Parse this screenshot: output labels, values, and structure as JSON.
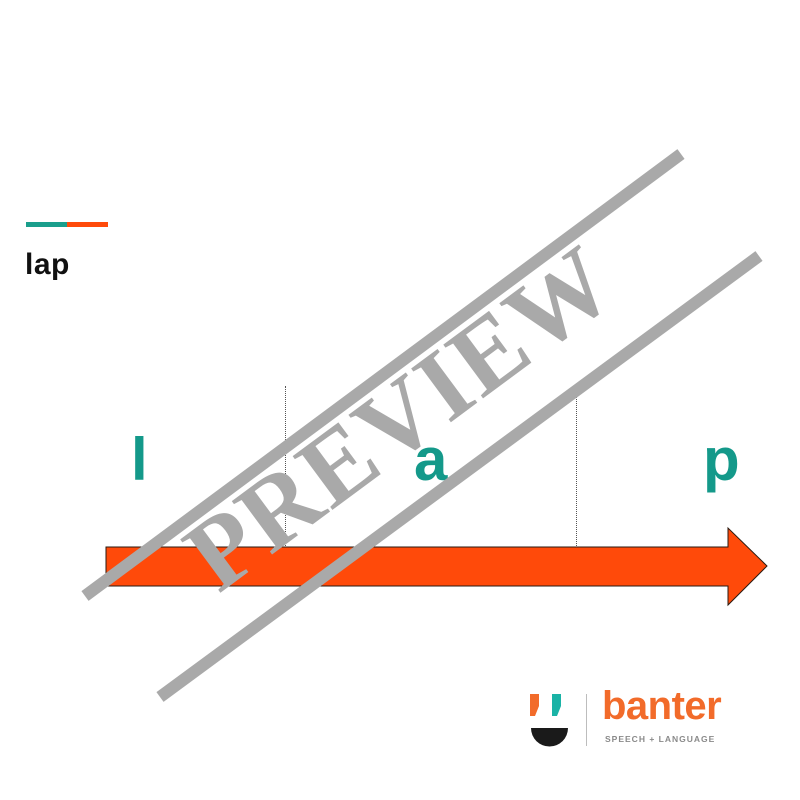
{
  "word": "lap",
  "phonemes": [
    "l",
    "a",
    "p"
  ],
  "watermark": "PREVIEW",
  "logo": {
    "name": "banter",
    "tagline": "SPEECH + LANGUAGE"
  },
  "colors": {
    "teal": "#14998a",
    "orange": "#ff4a0a",
    "brand_orange": "#f26b2a",
    "watermark_gray": "#a9a9a9"
  }
}
